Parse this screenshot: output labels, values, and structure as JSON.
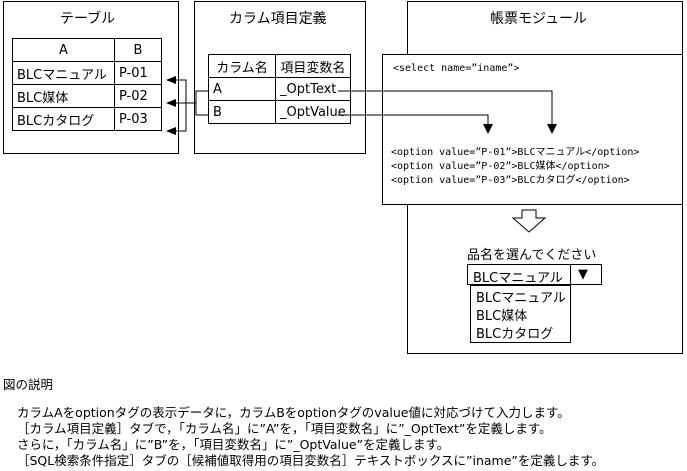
{
  "table_panel": {
    "title": "テーブル",
    "headers": [
      "A",
      "B"
    ],
    "rows": [
      [
        "BLCマニュアル",
        "P-01"
      ],
      [
        "BLC媒体",
        "P-02"
      ],
      [
        "BLCカタログ",
        "P-03"
      ]
    ]
  },
  "column_panel": {
    "title": "カラム項目定義",
    "headers": [
      "カラム名",
      "項目変数名"
    ],
    "rows": [
      [
        "A",
        "_OptText"
      ],
      [
        "B",
        "_OptValue"
      ]
    ]
  },
  "module_panel": {
    "title": "帳票モジュール",
    "select_tag": "<select name=”iname”>",
    "option_lines": [
      "<option value=”P-01”>BLCマニュアル</option>",
      "<option value=”P-02”>BLC媒体</option>",
      "<option value=”P-03”>BLCカタログ</option>"
    ],
    "prompt": "品名を選んでください",
    "selected": "BLCマニュアル",
    "dropdown_arrow": "▼",
    "options": [
      "BLCマニュアル",
      "BLC媒体",
      "BLCカタログ"
    ]
  },
  "explanation": {
    "heading": "図の説明",
    "lines": [
      "カラムAをoptionタグの表示データに，カラムBをoptionタグのvalue値に対応づけて入力します。",
      "［カラム項目定義］タブで，「カラム名」に”A”を，「項目変数名」に”_OptText”を定義します。",
      "さらに，「カラム名」に”B”を，「項目変数名」に”_OptValue”を定義します。",
      "［SQL検索条件指定］タブの［候補値取得用の項目変数名］テキストボックスに”iname”を定義します。"
    ]
  }
}
